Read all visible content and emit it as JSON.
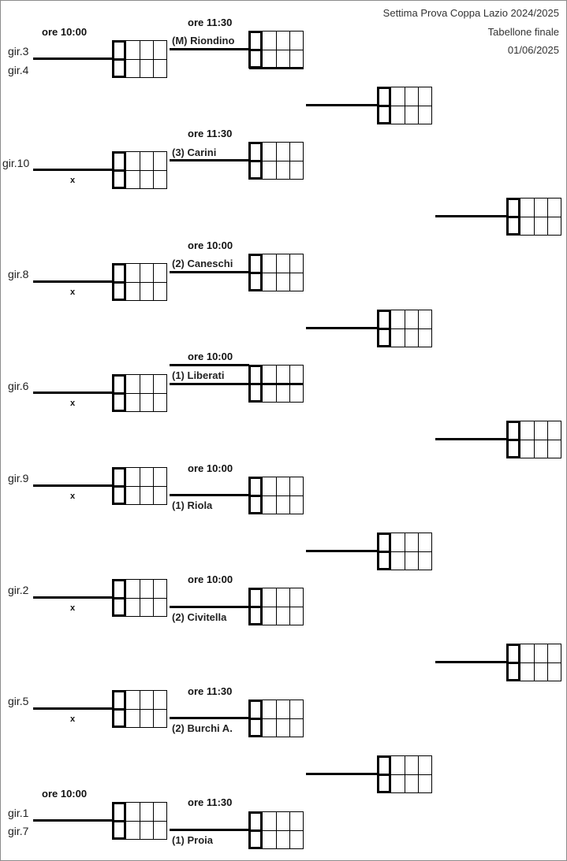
{
  "header": {
    "title": "Settima Prova Coppa Lazio 2024/2025",
    "subtitle": "Tabellone finale",
    "date": "01/06/2025"
  },
  "groups": {
    "g3": "gir.3",
    "g4": "gir.4",
    "g10": "gir.10",
    "g8": "gir.8",
    "g6": "gir.6",
    "g9": "gir.9",
    "g2": "gir.2",
    "g5": "gir.5",
    "g1": "gir.1",
    "g7": "gir.7"
  },
  "times": {
    "t1000": "ore 10:00",
    "t1130": "ore 11:30"
  },
  "seeds": {
    "s1": "(M) Riondino",
    "s2": "(3) Carini",
    "s3": "(2) Caneschi",
    "s4": "(1) Liberati",
    "s5": "(1) Riola",
    "s6": "(2) Civitella",
    "s7": "(2) Burchi A.",
    "s8": "(1) Proia"
  },
  "bye_mark": "x"
}
